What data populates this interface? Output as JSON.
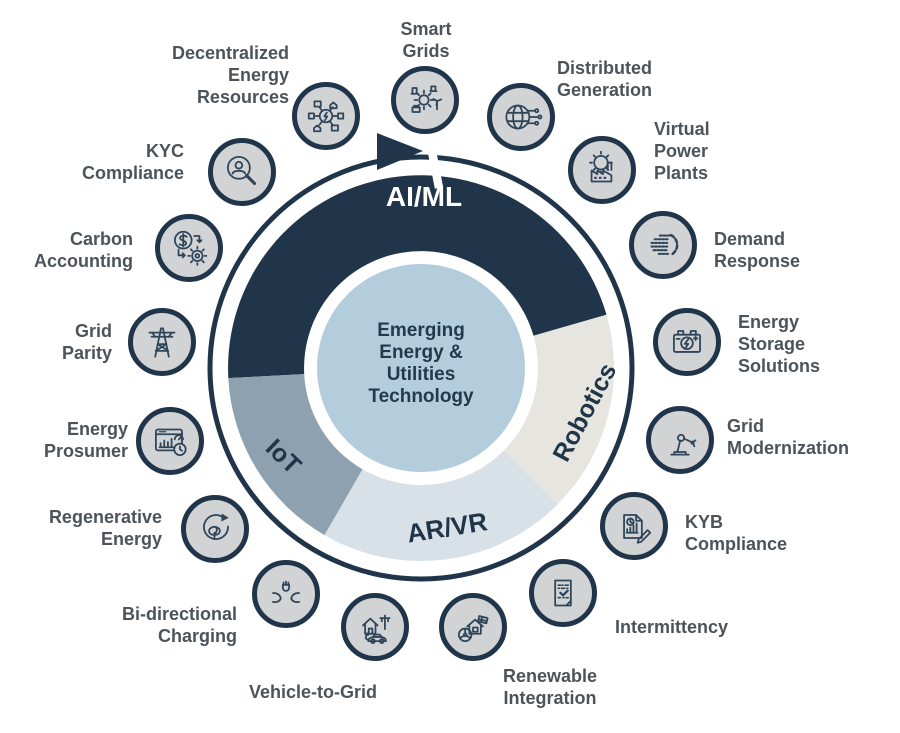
{
  "center": {
    "lines": [
      "Emerging",
      "Energy &",
      "Utilities",
      "Technology"
    ]
  },
  "ring": {
    "segments": [
      {
        "id": "aiml",
        "label": "AI/ML"
      },
      {
        "id": "robotics",
        "label": "Robotics"
      },
      {
        "id": "arvr",
        "label": "AR/VR"
      },
      {
        "id": "iot",
        "label": "IoT"
      }
    ]
  },
  "nodes": [
    {
      "id": "smart-grids",
      "icon": "city-energy-icon",
      "lines": [
        "Smart",
        "Grids"
      ]
    },
    {
      "id": "distributed-generation",
      "icon": "globe-circuit-icon",
      "lines": [
        "Distributed",
        "Generation"
      ]
    },
    {
      "id": "virtual-power-plants",
      "icon": "factory-gear-icon",
      "lines": [
        "Virtual",
        "Power",
        "Plants"
      ]
    },
    {
      "id": "demand-response",
      "icon": "dotted-gear-icon",
      "lines": [
        "Demand",
        "Response"
      ]
    },
    {
      "id": "energy-storage-solutions",
      "icon": "battery-icon",
      "lines": [
        "Energy",
        "Storage",
        "Solutions"
      ]
    },
    {
      "id": "grid-modernization",
      "icon": "robot-arm-icon",
      "lines": [
        "Grid",
        "Modernization"
      ]
    },
    {
      "id": "kyb-compliance",
      "icon": "report-pencil-icon",
      "lines": [
        "KYB",
        "Compliance"
      ]
    },
    {
      "id": "intermittency",
      "icon": "binary-doc-icon",
      "lines": [
        "Intermittency"
      ]
    },
    {
      "id": "renewable-integration",
      "icon": "house-renewables-icon",
      "lines": [
        "Renewable",
        "Integration"
      ]
    },
    {
      "id": "vehicle-to-grid",
      "icon": "house-car-icon",
      "lines": [
        "Vehicle-to-Grid"
      ]
    },
    {
      "id": "bi-directional-charging",
      "icon": "plugs-arrows-icon",
      "lines": [
        "Bi-directional",
        "Charging"
      ]
    },
    {
      "id": "regenerative-energy",
      "icon": "leaf-cycle-icon",
      "lines": [
        "Regenerative",
        "Energy"
      ]
    },
    {
      "id": "energy-prosumer",
      "icon": "dashboard-chart-icon",
      "lines": [
        "Energy",
        "Prosumer"
      ]
    },
    {
      "id": "grid-parity",
      "icon": "transmission-tower-icon",
      "lines": [
        "Grid",
        "Parity"
      ]
    },
    {
      "id": "carbon-accounting",
      "icon": "dollar-gear-icon",
      "lines": [
        "Carbon",
        "Accounting"
      ]
    },
    {
      "id": "kyc-compliance",
      "icon": "magnifier-person-icon",
      "lines": [
        "KYC",
        "Compliance"
      ]
    },
    {
      "id": "decentralized-energy-resources",
      "icon": "network-hub-icon",
      "lines": [
        "Decentralized",
        "Energy",
        "Resources"
      ]
    }
  ],
  "colors": {
    "navy": "#20354a",
    "segment_aiml": "#20354a",
    "segment_robotics": "#e7e5df",
    "segment_arvr": "#d9e1e8",
    "segment_iot": "#8da1b1",
    "center_fill": "#b3cddd",
    "center_text": "#24394e",
    "icon_fill": "#d2d3d4",
    "icon_stroke": "#2e455a",
    "label_text": "#4c5359",
    "aiml_text": "#ffffff"
  }
}
